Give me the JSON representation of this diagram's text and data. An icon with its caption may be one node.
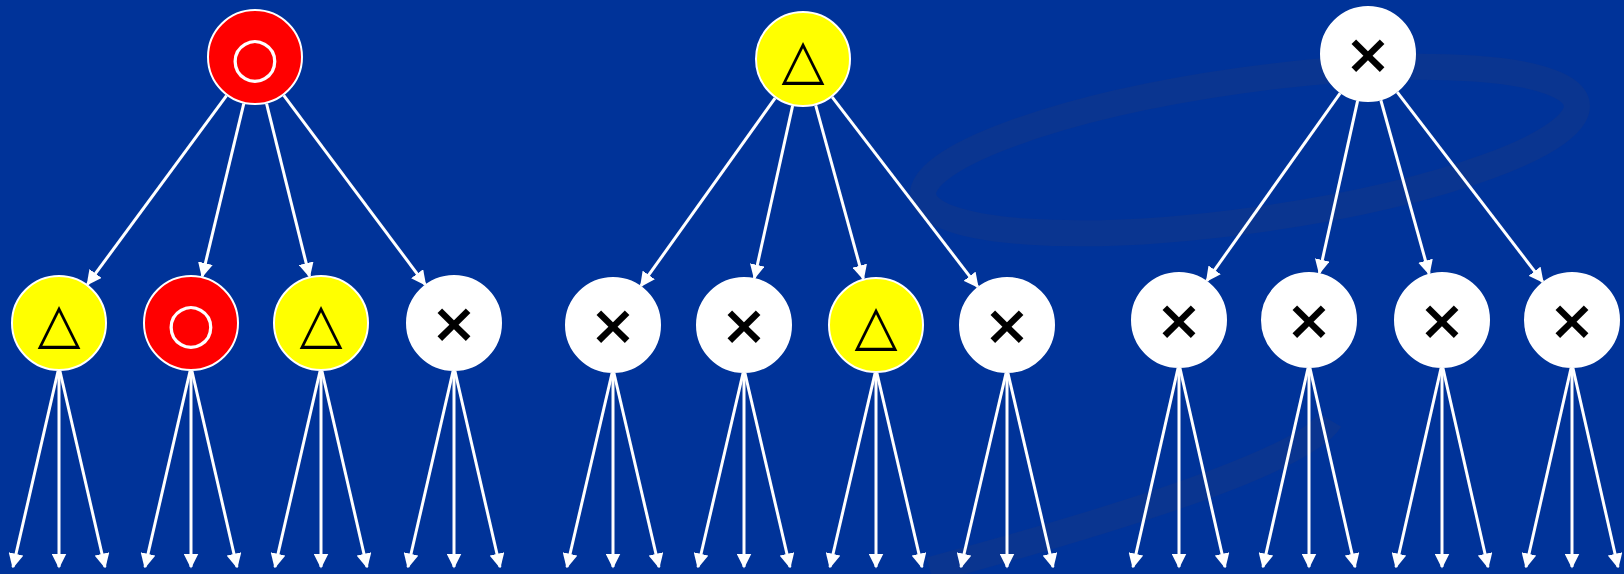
{
  "diagram": {
    "nodes": [
      {
        "text": [
          "○"
        ]
      },
      {
        "text": [
          "△"
        ]
      },
      {
        "text": [
          "×"
        ]
      },
      {
        "text": [
          "△"
        ]
      },
      {
        "text": [
          "○"
        ]
      },
      {
        "text": [
          "△"
        ]
      },
      {
        "text": [
          "×"
        ]
      },
      {
        "text": [
          "×"
        ]
      },
      {
        "text": [
          "×"
        ]
      },
      {
        "text": [
          "△"
        ]
      },
      {
        "text": [
          "×"
        ]
      },
      {
        "text": [
          "×"
        ]
      },
      {
        "text": [
          "×"
        ]
      },
      {
        "text": [
          "×"
        ]
      },
      {
        "text": [
          "×"
        ]
      }
    ],
    "edges": [
      {
        "from": 0,
        "to": 3,
        "arrow": "to"
      },
      {
        "from": 0,
        "to": 4,
        "arrow": "to"
      },
      {
        "from": 0,
        "to": 5,
        "arrow": "to"
      },
      {
        "from": 0,
        "to": 6,
        "arrow": "to"
      },
      {
        "from": 1,
        "to": 7,
        "arrow": "to"
      },
      {
        "from": 1,
        "to": 8,
        "arrow": "to"
      },
      {
        "from": 1,
        "to": 9,
        "arrow": "to"
      },
      {
        "from": 1,
        "to": 10,
        "arrow": "to"
      },
      {
        "from": 2,
        "to": 11,
        "arrow": "to"
      },
      {
        "from": 2,
        "to": 12,
        "arrow": "to"
      },
      {
        "from": 2,
        "to": 13,
        "arrow": "to"
      },
      {
        "from": 2,
        "to": 14,
        "arrow": "to"
      },
      {
        "from": 3,
        "to": null,
        "arrow": "to"
      },
      {
        "from": 3,
        "to": null,
        "arrow": "to"
      },
      {
        "from": 3,
        "to": null,
        "arrow": "to"
      },
      {
        "from": 4,
        "to": null,
        "arrow": "to"
      },
      {
        "from": 4,
        "to": null,
        "arrow": "to"
      },
      {
        "from": 4,
        "to": null,
        "arrow": "to"
      },
      {
        "from": 5,
        "to": null,
        "arrow": "to"
      },
      {
        "from": 5,
        "to": null,
        "arrow": "to"
      },
      {
        "from": 5,
        "to": null,
        "arrow": "to"
      },
      {
        "from": 6,
        "to": null,
        "arrow": "to"
      },
      {
        "from": 6,
        "to": null,
        "arrow": "to"
      },
      {
        "from": 6,
        "to": null,
        "arrow": "to"
      },
      {
        "from": 7,
        "to": null,
        "arrow": "to"
      },
      {
        "from": 7,
        "to": null,
        "arrow": "to"
      },
      {
        "from": 7,
        "to": null,
        "arrow": "to"
      },
      {
        "from": 8,
        "to": null,
        "arrow": "to"
      },
      {
        "from": 8,
        "to": null,
        "arrow": "to"
      },
      {
        "from": 8,
        "to": null,
        "arrow": "to"
      },
      {
        "from": 9,
        "to": null,
        "arrow": "to"
      },
      {
        "from": 9,
        "to": null,
        "arrow": "to"
      },
      {
        "from": 9,
        "to": null,
        "arrow": "to"
      },
      {
        "from": 10,
        "to": null,
        "arrow": "to"
      },
      {
        "from": 10,
        "to": null,
        "arrow": "to"
      },
      {
        "from": 10,
        "to": null,
        "arrow": "to"
      },
      {
        "from": 11,
        "to": null,
        "arrow": "to"
      },
      {
        "from": 11,
        "to": null,
        "arrow": "to"
      },
      {
        "from": 11,
        "to": null,
        "arrow": "to"
      },
      {
        "from": 12,
        "to": null,
        "arrow": "to"
      },
      {
        "from": 12,
        "to": null,
        "arrow": "to"
      },
      {
        "from": 12,
        "to": null,
        "arrow": "to"
      },
      {
        "from": 13,
        "to": null,
        "arrow": "to"
      },
      {
        "from": 13,
        "to": null,
        "arrow": "to"
      },
      {
        "from": 13,
        "to": null,
        "arrow": "to"
      },
      {
        "from": 14,
        "to": null,
        "arrow": "to"
      },
      {
        "from": 14,
        "to": null,
        "arrow": "to"
      },
      {
        "from": 14,
        "to": null,
        "arrow": "to"
      }
    ]
  }
}
